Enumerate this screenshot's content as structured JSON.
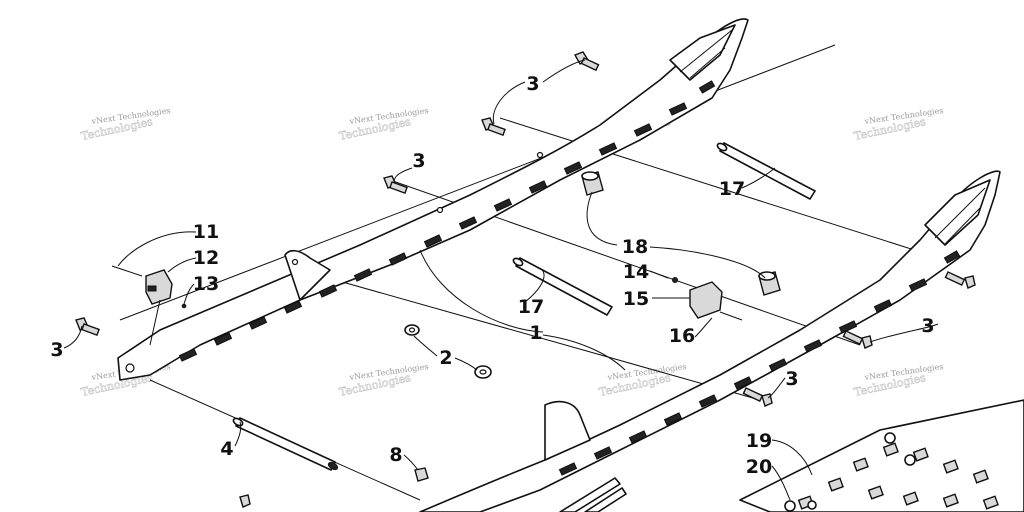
{
  "watermark": {
    "text": "vNext Technologies",
    "ghost": "Technologies"
  },
  "callouts": [
    {
      "id": "c3a",
      "label": "3"
    },
    {
      "id": "c3b",
      "label": "3"
    },
    {
      "id": "c3c",
      "label": "3"
    },
    {
      "id": "c3d",
      "label": "3"
    },
    {
      "id": "c3e",
      "label": "3"
    },
    {
      "id": "c17a",
      "label": "17"
    },
    {
      "id": "c17b",
      "label": "17"
    },
    {
      "id": "c18",
      "label": "18"
    },
    {
      "id": "c11",
      "label": "11"
    },
    {
      "id": "c12",
      "label": "12"
    },
    {
      "id": "c13",
      "label": "13"
    },
    {
      "id": "c14",
      "label": "14"
    },
    {
      "id": "c15",
      "label": "15"
    },
    {
      "id": "c16",
      "label": "16"
    },
    {
      "id": "c1",
      "label": "1"
    },
    {
      "id": "c2",
      "label": "2"
    },
    {
      "id": "c4",
      "label": "4"
    },
    {
      "id": "c8",
      "label": "8"
    },
    {
      "id": "c19",
      "label": "19"
    },
    {
      "id": "c20",
      "label": "20"
    }
  ]
}
